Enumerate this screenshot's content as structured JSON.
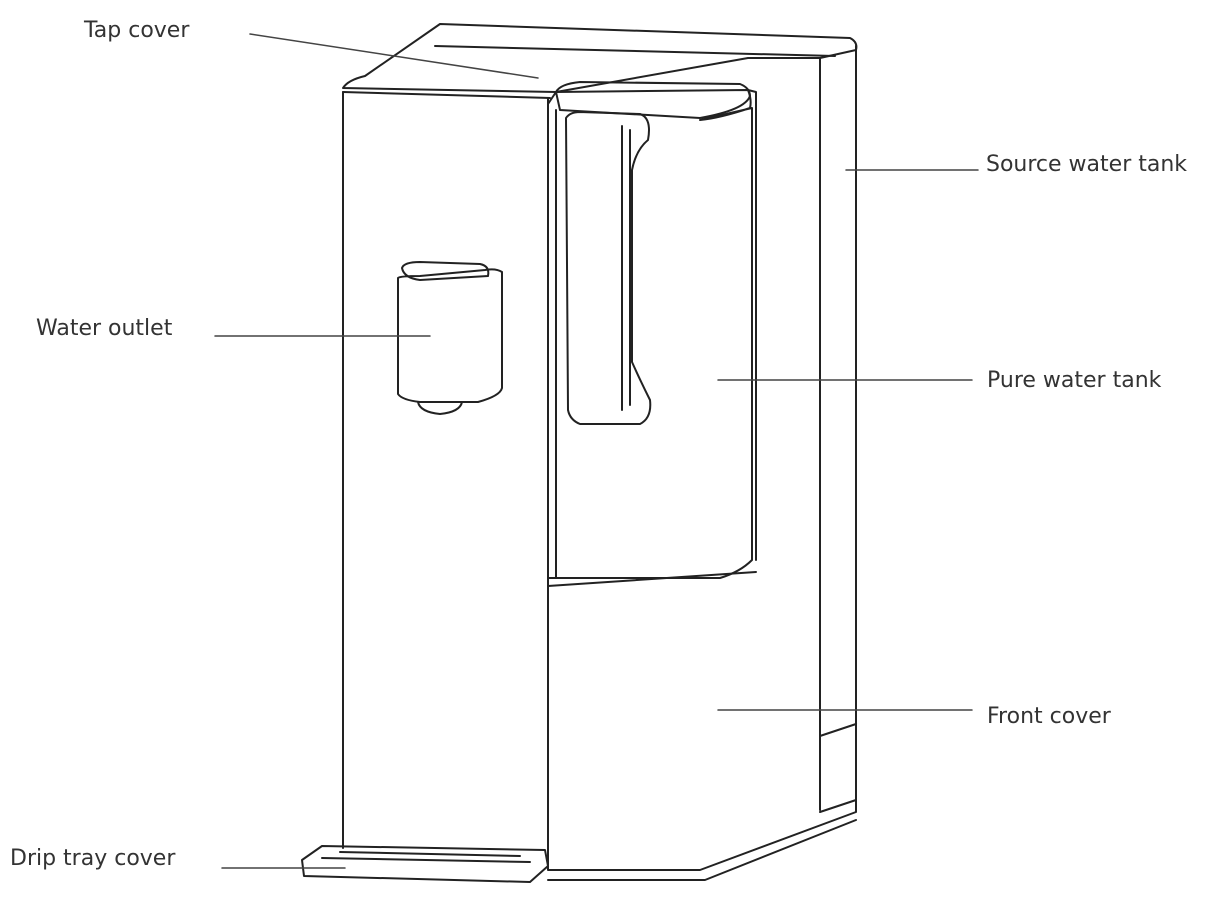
{
  "diagram": {
    "labels": {
      "tap_cover": "Tap cover",
      "water_outlet": "Water outlet",
      "drip_tray_cover": "Drip tray cover",
      "source_water_tank": "Source water tank",
      "pure_water_tank": "Pure water tank",
      "front_cover": "Front cover"
    },
    "colors": {
      "line": "#222222",
      "label_text": "#333333",
      "background": "#ffffff"
    }
  }
}
